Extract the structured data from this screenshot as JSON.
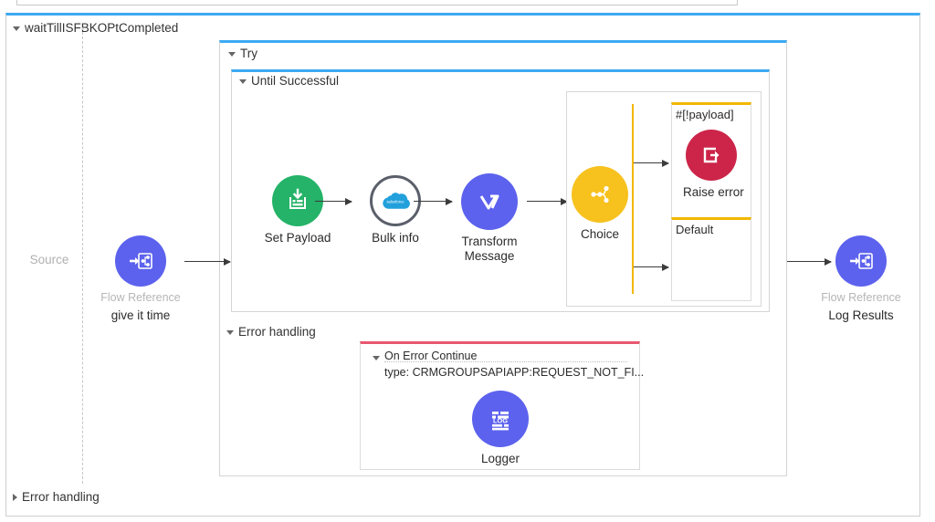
{
  "window": {
    "colors": {
      "scope_accent": "#3daaf2",
      "choice_accent": "#f2b700",
      "error_accent": "#e8576e",
      "green": "#24b368",
      "purple": "#5c62ed",
      "yellow": "#f7c11e",
      "crimson": "#cc2549",
      "muted_text": "#b6b6b6"
    }
  },
  "flow": {
    "root_label": "waitTillISFBKOPtCompleted",
    "source_label": "Source",
    "bottom_error_handling_label": "Error handling"
  },
  "scopes": {
    "try_label": "Try",
    "until_successful_label": "Until Successful",
    "error_handling_label": "Error handling"
  },
  "nodes": {
    "flow_ref_start": {
      "subtitle": "Flow Reference",
      "title": "give it time",
      "icon": "flow-reference-icon"
    },
    "set_payload": {
      "title": "Set Payload",
      "icon": "set-payload-icon"
    },
    "bulk_info": {
      "title": "Bulk info",
      "icon": "salesforce-cloud-icon"
    },
    "transform_message": {
      "title_line1": "Transform",
      "title_line2": "Message",
      "icon": "transform-message-icon"
    },
    "choice": {
      "title": "Choice",
      "icon": "choice-icon"
    },
    "raise_error": {
      "title": "Raise error",
      "icon": "raise-error-icon"
    },
    "logger": {
      "title": "Logger",
      "icon": "logger-icon"
    },
    "flow_ref_end": {
      "subtitle": "Flow Reference",
      "title": "Log Results",
      "icon": "flow-reference-icon"
    }
  },
  "choice_branches": [
    {
      "label": "#[!payload]"
    },
    {
      "label": "Default"
    }
  ],
  "on_error": {
    "title": "On Error Continue",
    "type_line": "type: CRMGROUPSAPIAPP:REQUEST_NOT_FI..."
  }
}
